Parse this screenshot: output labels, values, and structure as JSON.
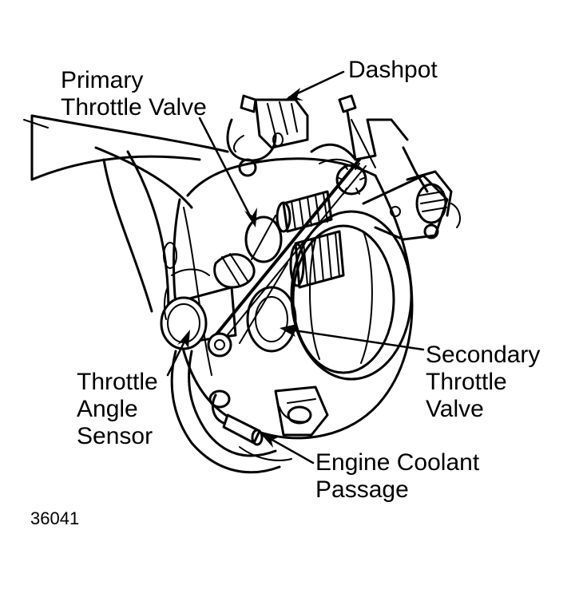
{
  "labels": {
    "dashpot": "Dashpot",
    "primary_throttle_valve": [
      "Primary",
      "Throttle Valve"
    ],
    "secondary_throttle_valve": [
      "Secondary",
      "Throttle",
      "Valve"
    ],
    "throttle_angle_sensor": [
      "Throttle",
      "Angle",
      "Sensor"
    ],
    "engine_coolant_passage": [
      "Engine Coolant",
      "Passage"
    ]
  },
  "figure_number": "36041",
  "colors": {
    "ink": "#000000",
    "paper": "#ffffff"
  }
}
